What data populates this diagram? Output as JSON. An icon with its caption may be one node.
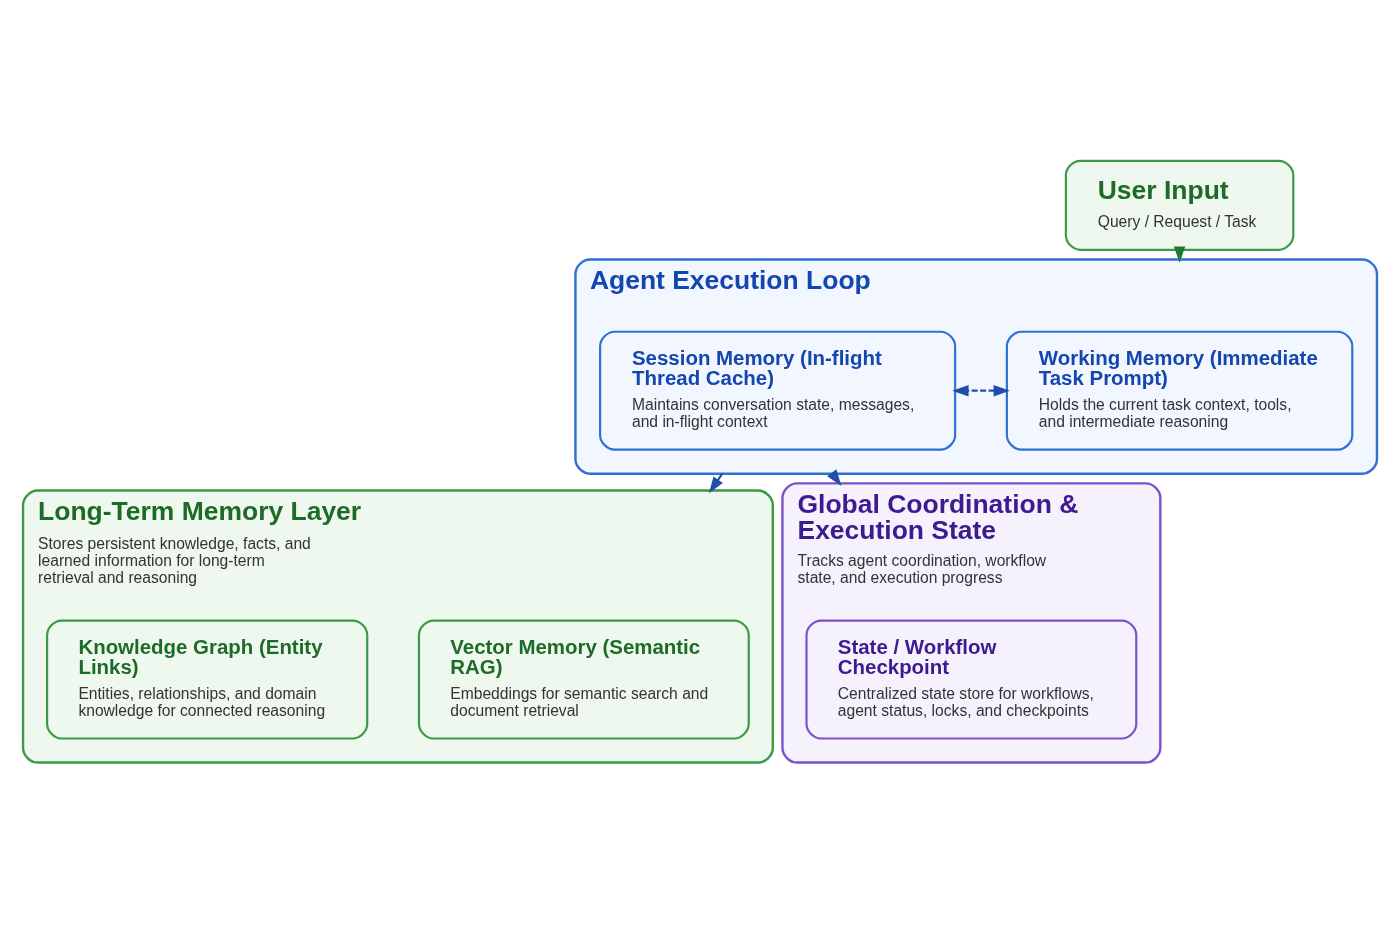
{
  "diagram": {
    "nodes": [
      {
        "text": [
          "User Input",
          "Query / Request / Task"
        ]
      },
      {
        "text": [
          "Agent Execution Loop"
        ]
      },
      {
        "text": [
          "Working Memory (Immediate Task Prompt)",
          "Holds the current task context, tools, and intermediate reasoning"
        ],
        "in": 1
      },
      {
        "text": [
          "Session Memory (In-flight Thread Cache)",
          "Maintains conversation state, messages, and in-flight context"
        ],
        "in": 1
      },
      {
        "text": [
          "Long-Term Memory Layer",
          "Stores persistent knowledge, facts, and learned information for long-term retrieval and reasoning"
        ]
      },
      {
        "text": [
          "Vector Memory (Semantic RAG)",
          "Embeddings for semantic search and document retrieval"
        ],
        "in": 4
      },
      {
        "text": [
          "Knowledge Graph (Entity Links)",
          "Entities, relationships, and domain knowledge for connected reasoning"
        ],
        "in": 4
      },
      {
        "text": [
          "Global Coordination & Execution State",
          "Tracks agent coordination, workflow state, and execution progress"
        ]
      },
      {
        "text": [
          "State / Workflow Checkpoint",
          "Centralized state store for workflows, agent status, locks, and checkpoints"
        ],
        "in": 7
      }
    ],
    "edges": [
      {
        "from": 0,
        "to": 1,
        "arrow": "to",
        "color": "#1e7a2e"
      },
      {
        "from": 2,
        "to": 3,
        "arrow": "both",
        "style": "dashed"
      },
      {
        "from": 1,
        "to": 4,
        "arrow": "to"
      },
      {
        "from": 1,
        "to": 7,
        "arrow": "to"
      }
    ]
  }
}
